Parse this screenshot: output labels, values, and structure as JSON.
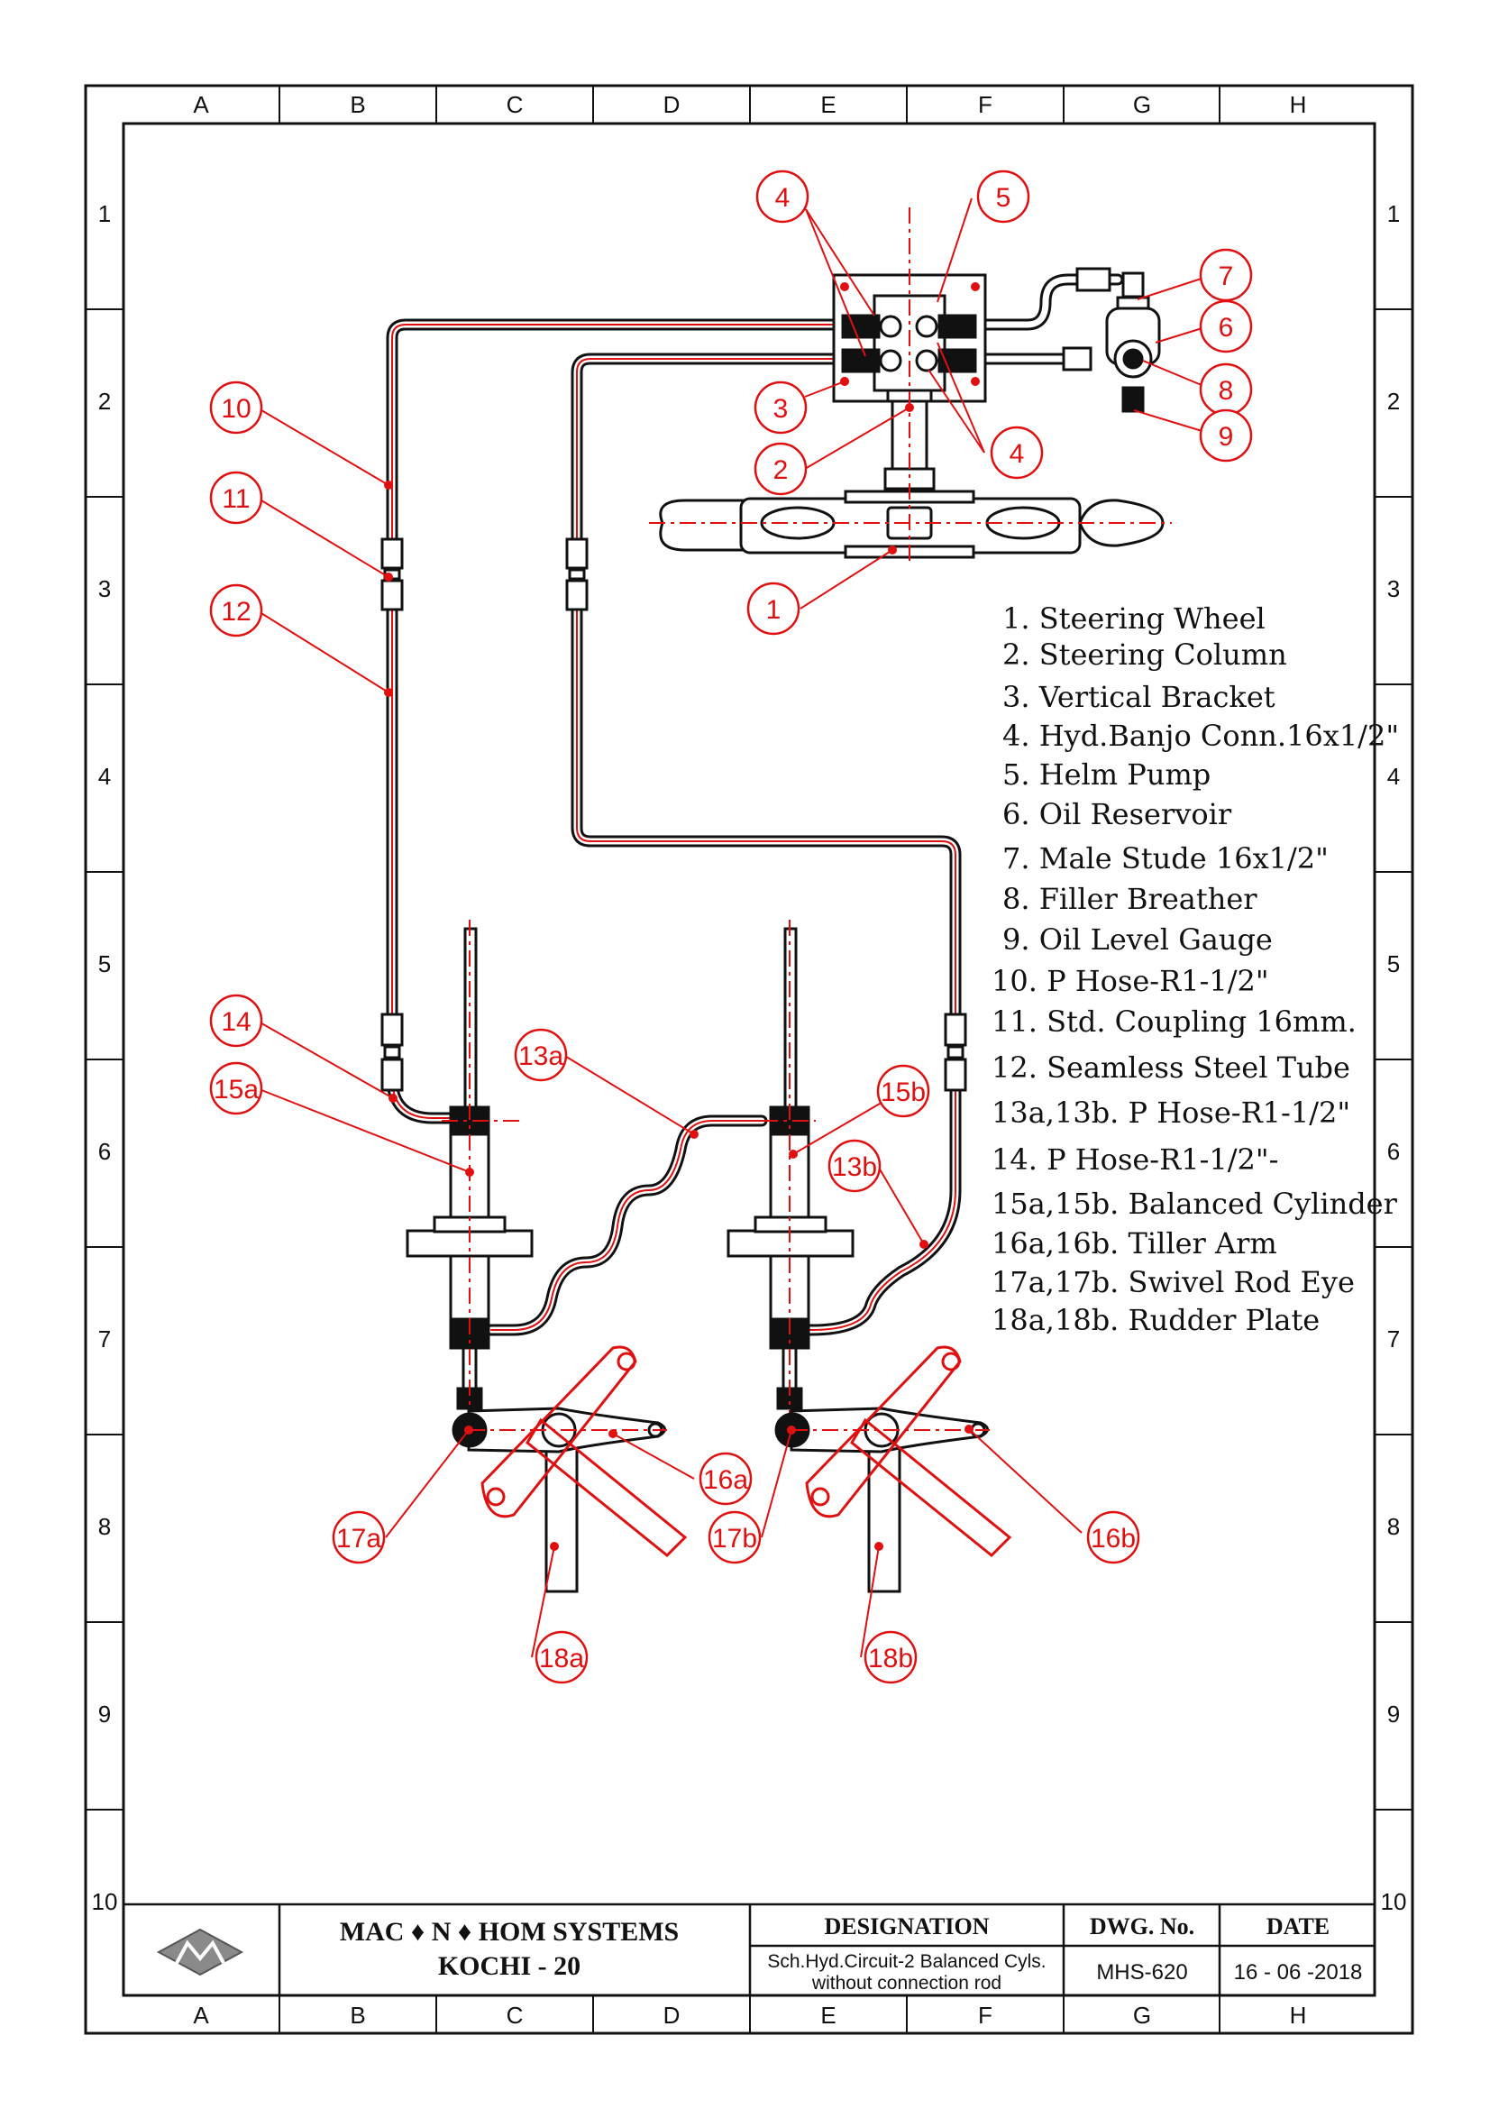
{
  "frame": {
    "columns": [
      "A",
      "B",
      "C",
      "D",
      "E",
      "F",
      "G",
      "H"
    ],
    "rows": [
      "1",
      "2",
      "3",
      "4",
      "5",
      "6",
      "7",
      "8",
      "9",
      "10"
    ]
  },
  "callouts": {
    "c1": "1",
    "c2": "2",
    "c3": "3",
    "c4a": "4",
    "c4b": "4",
    "c5": "5",
    "c6": "6",
    "c7": "7",
    "c8": "8",
    "c9": "9",
    "c10": "10",
    "c11": "11",
    "c12": "12",
    "c13a": "13a",
    "c13b": "13b",
    "c14": "14",
    "c15a": "15a",
    "c15b": "15b",
    "c16a": "16a",
    "c16b": "16b",
    "c17a": "17a",
    "c17b": "17b",
    "c18a": "18a",
    "c18b": "18b"
  },
  "legend": [
    "1.  Steering Wheel",
    "2.  Steering Column",
    "3.  Vertical Bracket",
    "4.  Hyd.Banjo Conn.16x1/2\"",
    "5.  Helm Pump",
    "6.  Oil Reservoir",
    "7.  Male Stude 16x1/2\"",
    "8.  Filler Breather",
    "9.  Oil Level Gauge",
    "10.  P Hose-R1-1/2\"",
    "11.  Std. Coupling 16mm.",
    "12.  Seamless Steel Tube",
    "13a,13b.  P Hose-R1-1/2\"",
    "14.  P Hose-R1-1/2\"-",
    "15a,15b.  Balanced Cylinder",
    "16a,16b.  Tiller Arm",
    "17a,17b.  Swivel Rod Eye",
    "18a,18b.  Rudder Plate"
  ],
  "title_block": {
    "company_line1": "MAC ♦ N ♦ HOM  SYSTEMS",
    "company_line2": "KOCHI - 20",
    "designation_label": "DESIGNATION",
    "designation_line1": "Sch.Hyd.Circuit-2 Balanced Cyls.",
    "designation_line2": "without connection rod",
    "dwg_label": "DWG. No.",
    "dwg_value": "MHS-620",
    "date_label": "DATE",
    "date_value": "16 - 06 -2018"
  },
  "colors": {
    "accent": "#e01010",
    "line": "#111111"
  }
}
